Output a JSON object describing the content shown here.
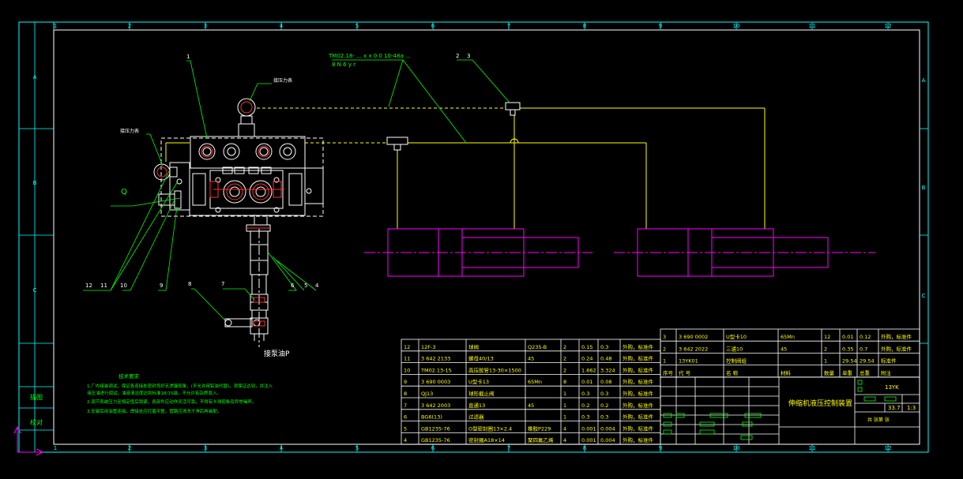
{
  "colors": {
    "background": "#000000",
    "frame": "#00ffff",
    "border": "#ffffff",
    "part": "#ffffff",
    "hydraulic": "#ffff00",
    "cylinder": "#ff00ff",
    "leader": "#00ff00",
    "table_text": "#ffff00",
    "label": "#ffffff"
  },
  "zones": {
    "columns": [
      "1",
      "2",
      "3",
      "4",
      "5",
      "6",
      "7",
      "8",
      "9",
      "10",
      "11",
      "12"
    ],
    "rows": [
      "A",
      "B",
      "C"
    ]
  },
  "side_labels": {
    "upper": "描图",
    "lower": "校对"
  },
  "callouts": {
    "top_note_line1": "TM02.18-  ... x x 0 0 10-48a  ...",
    "top_note_line2": "8 N  6 y r",
    "n1": "1",
    "n2": "2",
    "n3": "3",
    "n4": "4",
    "n5": "5",
    "n6": "6",
    "n7": "7",
    "n8": "8",
    "n9": "9",
    "n10": "10",
    "n11": "11",
    "n12": "12",
    "q": "Q",
    "gauge_right": "接压力表",
    "gauge_left": "接压力表",
    "pump": "接泵油P"
  },
  "notes": {
    "title": "技术要求",
    "lines": [
      "1.厂内组装调试，保证各连接处密封良好无渗漏现象，(不允许用铅油代替)，须保证达到，并注入",
      "  液压油进行调试，油液清洁度达到标准18/15级，不允许有杂质混入。",
      "2.调节系统压力至规定值后锁紧，各部件应动作灵活可靠，不得有卡滞现象及异常噪声。",
      "3.安装后用油管连接，焊接处应打磨平整，管路应清洗干净后再装配。"
    ]
  },
  "bom": {
    "rows": [
      {
        "no": "12",
        "code": "12F-3",
        "name": "球阀",
        "mat": "Q235-B",
        "qty": "2",
        "unit": "0.15",
        "total": "0.3",
        "remark": "外购，标准件"
      },
      {
        "no": "11",
        "code": "3 642 2133",
        "name": "螺母40/13",
        "mat": "45",
        "qty": "2",
        "unit": "0.24",
        "total": "0.48",
        "remark": "外购，标准件"
      },
      {
        "no": "10",
        "code": "TM02.13-15",
        "name": "高压胶管13-30×1500",
        "mat": "",
        "qty": "2",
        "unit": "1.662",
        "total": "3.324",
        "remark": "外购，标准件"
      },
      {
        "no": "9",
        "code": "3 690 0003",
        "name": "U型卡13",
        "mat": "65Mn",
        "qty": "8",
        "unit": "0.01",
        "total": "0.08",
        "remark": "外购，标准件"
      },
      {
        "no": "8",
        "code": "QJ13",
        "name": "球形截止阀",
        "mat": "",
        "qty": "1",
        "unit": "0.3",
        "total": "0.3",
        "remark": "外购，标准件"
      },
      {
        "no": "7",
        "code": "3 642 2003",
        "name": "直通13",
        "mat": "45",
        "qty": "1",
        "unit": "0.2",
        "total": "0.2",
        "remark": "外购，标准件"
      },
      {
        "no": "6",
        "code": "BG6(13)",
        "name": "过滤器",
        "mat": "",
        "qty": "1",
        "unit": "0.3",
        "total": "0.3",
        "remark": "外购，标准件"
      },
      {
        "no": "5",
        "code": "GB1235-76",
        "name": "O型密封圈13×2.4",
        "mat": "橡胶P229",
        "qty": "4",
        "unit": "0.001",
        "total": "0.004",
        "remark": "外购，标准件"
      },
      {
        "no": "4",
        "code": "GB1235-76",
        "name": "密封圈A18×14",
        "mat": "聚四氟乙烯",
        "qty": "4",
        "unit": "0.001",
        "total": "0.004",
        "remark": "外购，标准件"
      }
    ]
  },
  "upper_bom": {
    "rows": [
      {
        "no": "3",
        "code": "3 690 0002",
        "name": "U型卡10",
        "mat": "65Mn",
        "qty": "12",
        "unit": "0.01",
        "total": "0.12",
        "remark": "外购，标准件"
      },
      {
        "no": "2",
        "code": "3 642 2022",
        "name": "三通10",
        "mat": "45",
        "qty": "2",
        "unit": "0.35",
        "total": "0.7",
        "remark": "外购，标准件"
      },
      {
        "no": "1",
        "code": "13YK01",
        "name": "控制阀组",
        "mat": "",
        "qty": "1",
        "unit": "29.54",
        "total": "29.54",
        "remark": "标准件"
      }
    ],
    "headers": {
      "no": "序号",
      "code": "代  号",
      "name": "名  称",
      "mat": "材料",
      "qty": "数量",
      "unit": "单重",
      "total": "总重",
      "remark": "附注"
    }
  },
  "title_block": {
    "drawing_title": "伸缩机液压控制装置",
    "code": "13YK",
    "weight": "33.7",
    "scale": "1:3",
    "sheet": "共  张第  张"
  }
}
